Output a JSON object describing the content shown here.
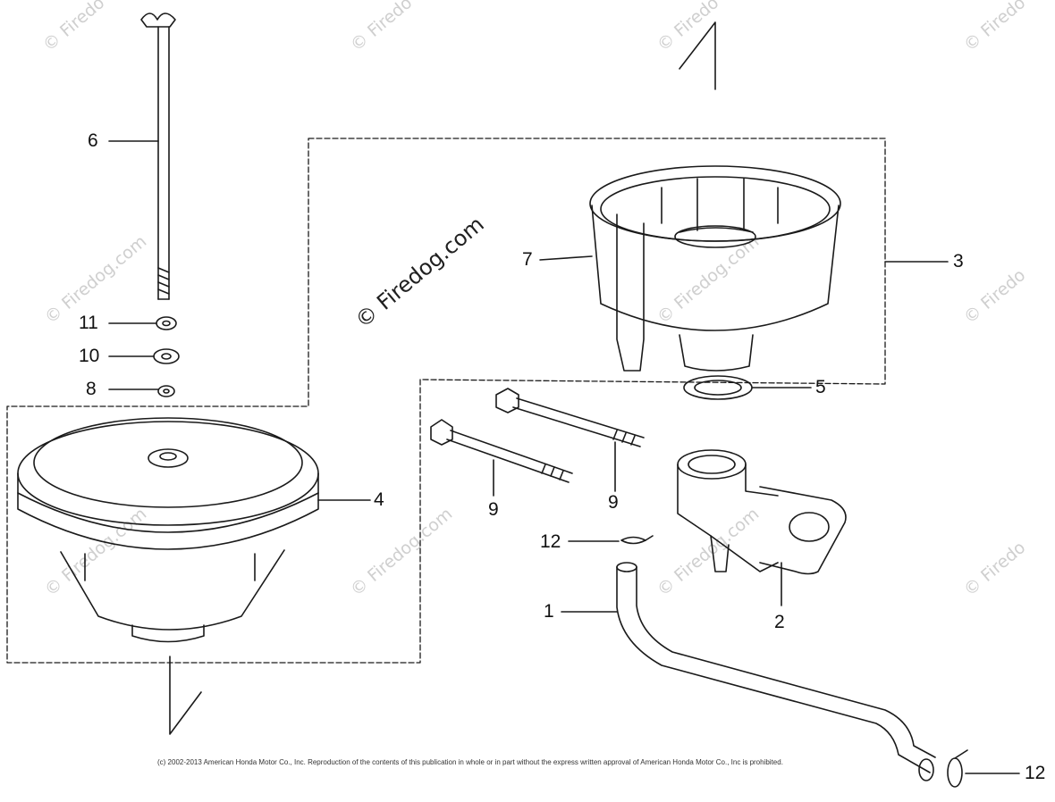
{
  "diagram": {
    "callouts": [
      {
        "id": "c6",
        "label": "6"
      },
      {
        "id": "c11",
        "label": "11"
      },
      {
        "id": "c10",
        "label": "10"
      },
      {
        "id": "c8",
        "label": "8"
      },
      {
        "id": "c7",
        "label": "7"
      },
      {
        "id": "c3",
        "label": "3"
      },
      {
        "id": "c5",
        "label": "5"
      },
      {
        "id": "c4",
        "label": "4"
      },
      {
        "id": "c9a",
        "label": "9"
      },
      {
        "id": "c9b",
        "label": "9"
      },
      {
        "id": "c12a",
        "label": "12"
      },
      {
        "id": "c2",
        "label": "2"
      },
      {
        "id": "c1",
        "label": "1"
      },
      {
        "id": "c12b",
        "label": "12"
      }
    ],
    "watermark_text": "© Firedog.com",
    "watermark_short": "© Firedo",
    "copyright": "(c) 2002-2013 American Honda Motor Co., Inc. Reproduction of the contents of this publication in whole or in part without the express written approval of American Honda Motor Co., Inc is prohibited."
  },
  "colors": {
    "line": "#1a1a1a",
    "watermark": "#cfcfcf",
    "background": "#ffffff"
  }
}
